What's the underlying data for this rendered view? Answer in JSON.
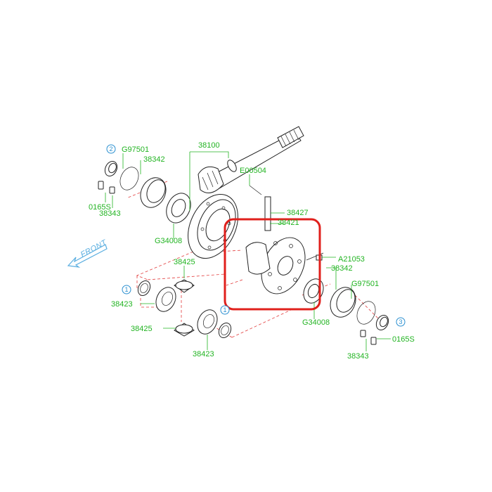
{
  "labels": {
    "front": "FRONT",
    "p38100": "38100",
    "p97501_top": "G97501",
    "p38342_top": "38342",
    "p0165_top": "0165S",
    "p38343_top": "38343",
    "pE00504": "E00504",
    "p38427": "38427",
    "p38421": "38421",
    "pA21053": "A21053",
    "p38342_right": "38342",
    "p97501_right": "G97501",
    "p34008_left": "G34008",
    "p34008_right": "G34008",
    "p38425_top": "38425",
    "p38423_left": "38423",
    "p38425_bottom": "38425",
    "p38423_bottom": "38423",
    "p0165_right": "0165S",
    "p38343_right": "38343"
  },
  "callouts": {
    "c1_left": "1",
    "c1_mid": "1",
    "c2": "2",
    "c3": "3"
  },
  "colors": {
    "label": "#22b422",
    "callout": "#2a8fd0",
    "dashed_leader": "#e23a3a",
    "highlight": "#e0201c"
  }
}
